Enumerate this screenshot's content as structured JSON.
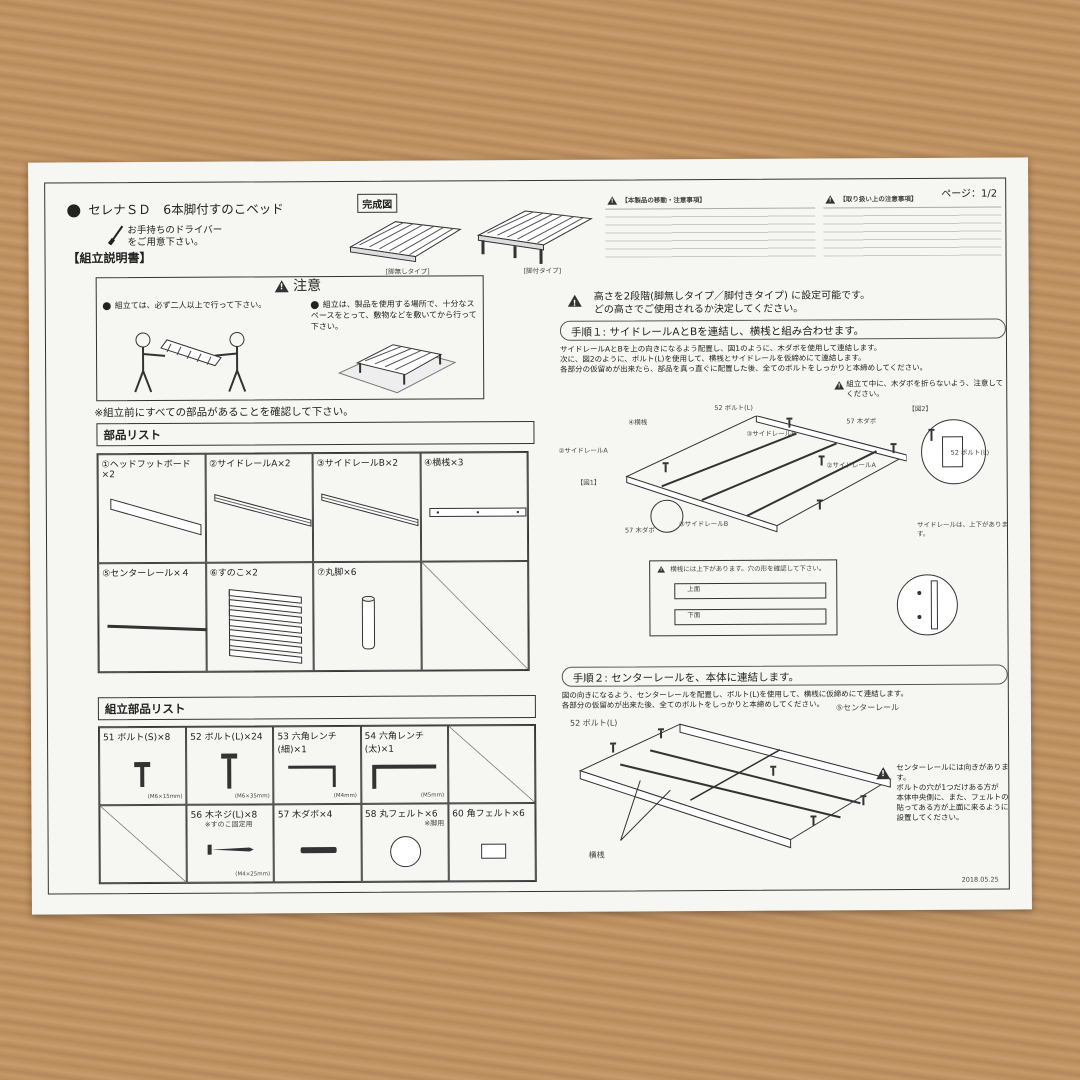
{
  "header": {
    "title": "セレナＳＤ　6本脚付すのこベッド",
    "complete_label": "完成図",
    "driver_note_1": "お手持ちのドライバー",
    "driver_note_2": "をご用意下さい。",
    "manual_title": "【組立説明書】",
    "page": "ページ：1/2",
    "type_left": "[脚無しタイプ]",
    "type_right": "[脚付タイプ]",
    "parts_caution_title": "【本製品の移動・注意事項】",
    "handling_caution_title": "【取り扱い上の注意事項】"
  },
  "caution": {
    "title": "注意",
    "item1": "組立ては、必ず二人以上で行って下さい。",
    "item2": "組立は、製品を使用する場所で、十分なスペースをとって、敷物などを敷いてから行って下さい。"
  },
  "confirm_text": "※組立前にすべての部品があることを確認して下さい。",
  "parts": {
    "title": "部品リスト",
    "items": [
      "①ヘッドフットボード　×2",
      "②サイドレールA×2",
      "③サイドレールB×2",
      "④横桟×3",
      "⑤センターレール×４",
      "⑥すのこ×2",
      "⑦丸脚×6",
      ""
    ]
  },
  "hardware": {
    "title": "組立部品リスト",
    "items": [
      "51 ボルト(S)×8",
      "52 ボルト(L)×24",
      "53 六角レンチ(細)×1",
      "54 六角レンチ(太)×1",
      "",
      "",
      "56 木ネジ(L)×8",
      "57 木ダボ×4",
      "58 丸フェルト×6",
      "60 角フェルト×6"
    ],
    "note_screw": "※すのこ固定用",
    "note_felt": "※脚用",
    "size_s": "(M6×15mm)",
    "size_l": "(M6×35mm)",
    "size_wrench_s": "(M4mm)",
    "size_wrench_l": "(M5mm)",
    "size_screw": "(M4×25mm)"
  },
  "right": {
    "intro_1": "高さを2段階(脚無しタイプ／脚付きタイプ) に設定可能です。",
    "intro_2": "どの高さでご使用されるか決定してください。",
    "step1": "手順１: サイドレールAとBを連結し、横桟と組み合わせます。",
    "step1_desc_1": "サイドレールAとBを上の向きになるよう配置し、図1のように、木ダボを使用して連結します。",
    "step1_desc_2": "次に、図2のように、ボルト(L)を使用して、横桟とサイドレールを仮締めにて連結します。",
    "step1_desc_3": "各部分の仮留めが出来たら、部品を真っ直ぐに配置した後、全てのボルトをしっかりと本締めしてください。",
    "warn_note": "組立て中に、木ダボを折らないよう、注意してください。",
    "fig1": "【図1】",
    "fig2": "【図2】",
    "label_yokosan": "④横桟",
    "label_bolt": "52 ボルト(L)",
    "label_sideB_top": "③サイドレールB",
    "label_sideA_left": "②サイドレールA",
    "label_sideA_right": "②サイドレールA",
    "label_sideB_bottom": "③サイドレールB",
    "label_dabo": "57 木ダボ",
    "label_dabo2": "57 木ダボ",
    "label_bolt2": "52 ボルト(L)",
    "side_note": "サイドレールは、上下があります。",
    "yokosan_box_note": "横桟には上下があります。穴の形を確認して下さい。",
    "top_label": "上面",
    "bottom_label": "下面",
    "step2": "手順２: センターレールを、本体に連結します。",
    "step2_desc_1": "図の向きになるよう、センターレールを配置し、ボルト(L)を使用して、横桟に仮締めにて連結します。",
    "step2_desc_2": "各部分の仮留めが出来た後、全てのボルトをしっかりと本締めしてください。",
    "label_bolt3": "52 ボルト(L)",
    "label_center": "⑤センターレール",
    "label_yokosan2": "横桟",
    "center_note_1": "センターレールには向きがあります。",
    "center_note_2": "ボルトの穴が1つだけある方が",
    "center_note_3": "本体中央側に、また、フェルトの",
    "center_note_4": "貼ってある方が上面に来るように",
    "center_note_5": "設置してください。",
    "date": "2018.05.25"
  }
}
